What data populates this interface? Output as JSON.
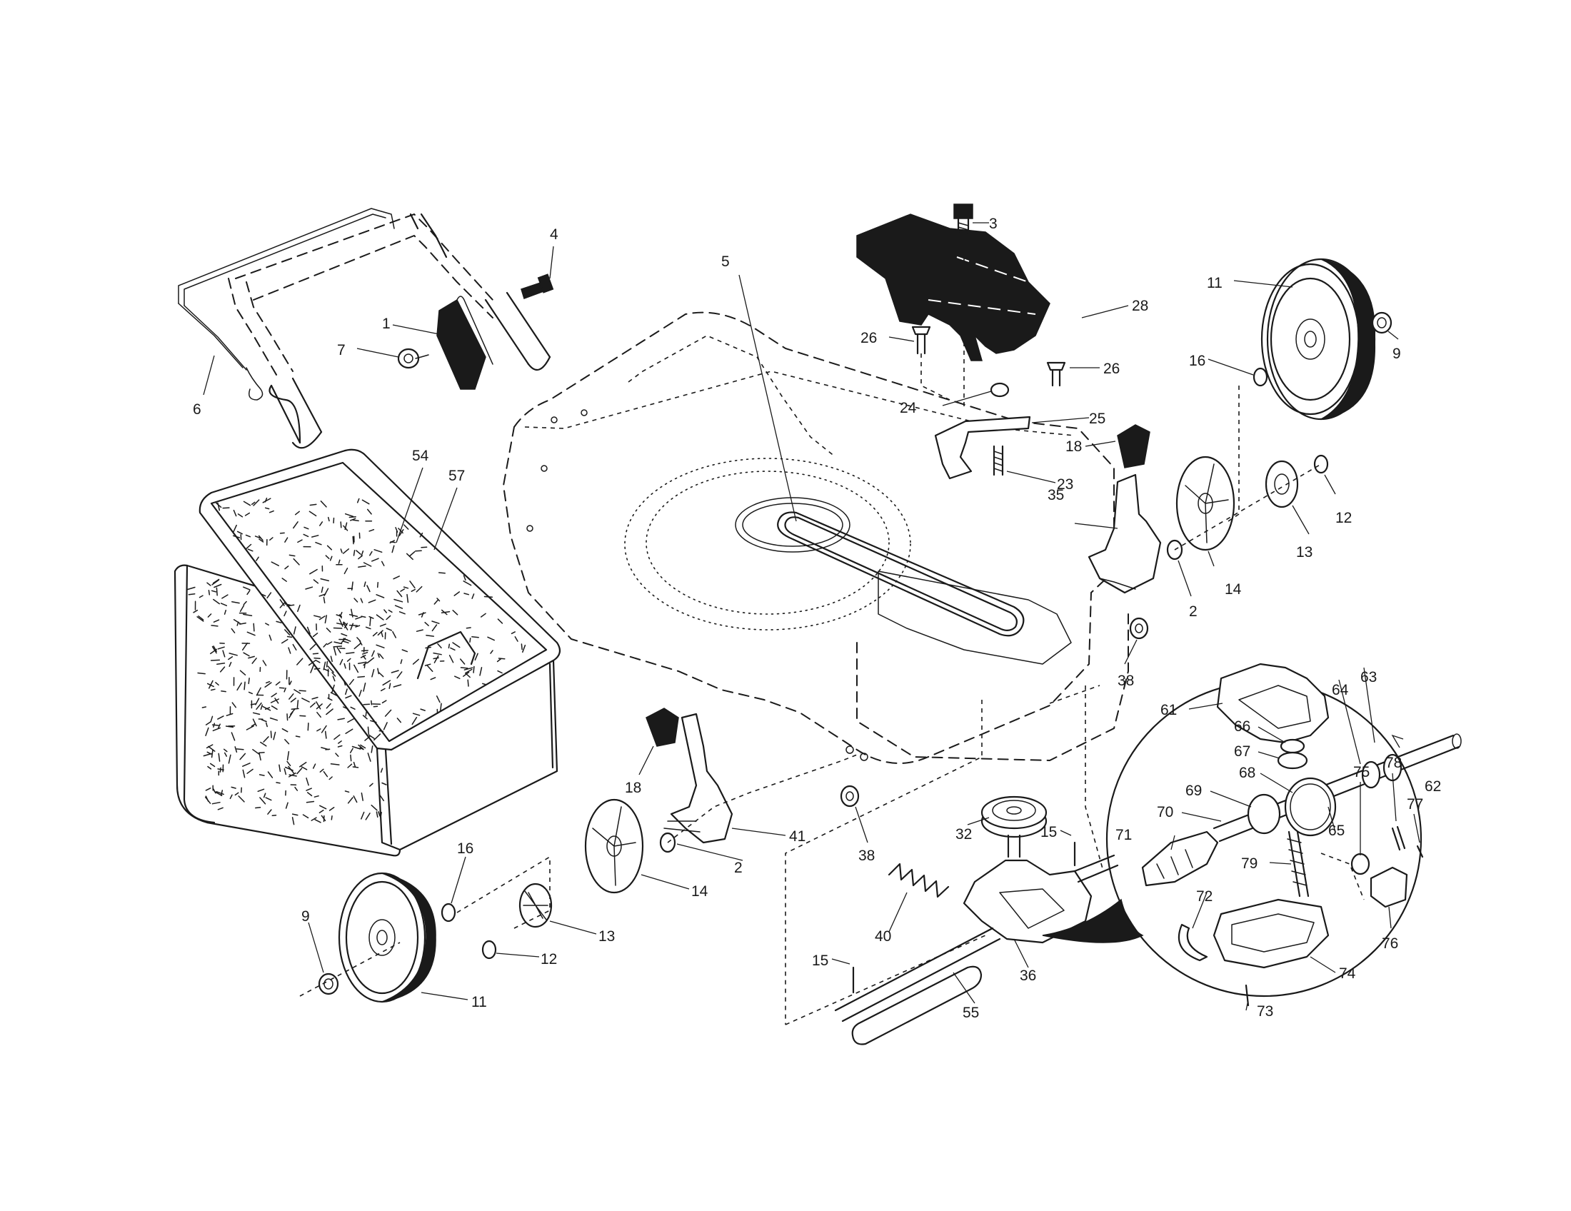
{
  "callouts": [
    {
      "key": "c1",
      "text": "1"
    },
    {
      "key": "c2a",
      "text": "2"
    },
    {
      "key": "c2b",
      "text": "2"
    },
    {
      "key": "c3",
      "text": "3"
    },
    {
      "key": "c4",
      "text": "4"
    },
    {
      "key": "c5",
      "text": "5"
    },
    {
      "key": "c6",
      "text": "6"
    },
    {
      "key": "c7",
      "text": "7"
    },
    {
      "key": "c9a",
      "text": "9"
    },
    {
      "key": "c9b",
      "text": "9"
    },
    {
      "key": "c11a",
      "text": "11"
    },
    {
      "key": "c11b",
      "text": "11"
    },
    {
      "key": "c12a",
      "text": "12"
    },
    {
      "key": "c12b",
      "text": "12"
    },
    {
      "key": "c13a",
      "text": "13"
    },
    {
      "key": "c13b",
      "text": "13"
    },
    {
      "key": "c14a",
      "text": "14"
    },
    {
      "key": "c14b",
      "text": "14"
    },
    {
      "key": "c15a",
      "text": "15"
    },
    {
      "key": "c15b",
      "text": "15"
    },
    {
      "key": "c16a",
      "text": "16"
    },
    {
      "key": "c16b",
      "text": "16"
    },
    {
      "key": "c18a",
      "text": "18"
    },
    {
      "key": "c18b",
      "text": "18"
    },
    {
      "key": "c23",
      "text": "23"
    },
    {
      "key": "c24",
      "text": "24"
    },
    {
      "key": "c25",
      "text": "25"
    },
    {
      "key": "c26a",
      "text": "26"
    },
    {
      "key": "c26b",
      "text": "26"
    },
    {
      "key": "c28",
      "text": "28"
    },
    {
      "key": "c32",
      "text": "32"
    },
    {
      "key": "c35",
      "text": "35"
    },
    {
      "key": "c36",
      "text": "36"
    },
    {
      "key": "c38a",
      "text": "38"
    },
    {
      "key": "c38b",
      "text": "38"
    },
    {
      "key": "c40",
      "text": "40"
    },
    {
      "key": "c41",
      "text": "41"
    },
    {
      "key": "c54",
      "text": "54"
    },
    {
      "key": "c55",
      "text": "55"
    },
    {
      "key": "c57",
      "text": "57"
    },
    {
      "key": "c61",
      "text": "61"
    },
    {
      "key": "c62",
      "text": "62"
    },
    {
      "key": "c63",
      "text": "63"
    },
    {
      "key": "c64",
      "text": "64"
    },
    {
      "key": "c65",
      "text": "65"
    },
    {
      "key": "c66",
      "text": "66"
    },
    {
      "key": "c67",
      "text": "67"
    },
    {
      "key": "c68",
      "text": "68"
    },
    {
      "key": "c69",
      "text": "69"
    },
    {
      "key": "c70",
      "text": "70"
    },
    {
      "key": "c71",
      "text": "71"
    },
    {
      "key": "c72",
      "text": "72"
    },
    {
      "key": "c73",
      "text": "73"
    },
    {
      "key": "c74",
      "text": "74"
    },
    {
      "key": "c75",
      "text": "75"
    },
    {
      "key": "c76",
      "text": "76"
    },
    {
      "key": "c77",
      "text": "77"
    },
    {
      "key": "c78",
      "text": "78"
    },
    {
      "key": "c79",
      "text": "79"
    }
  ]
}
